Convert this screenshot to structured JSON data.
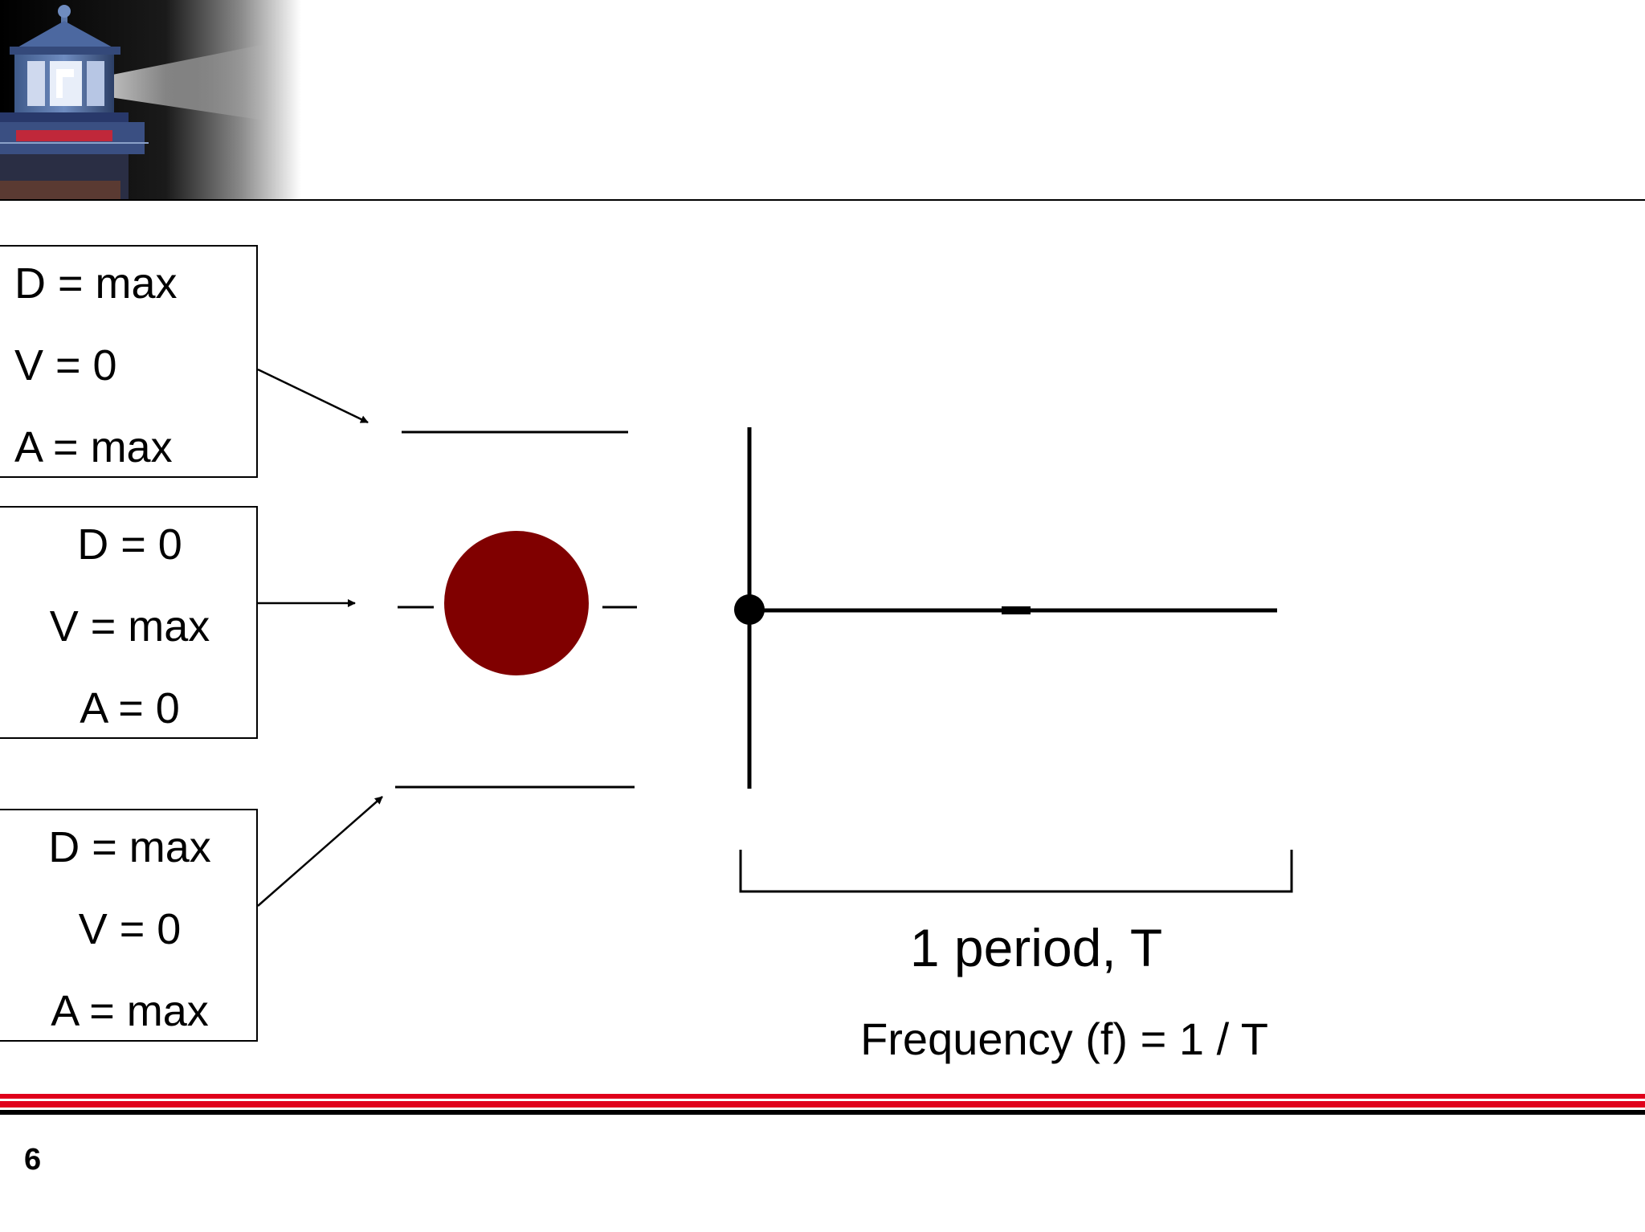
{
  "slide": {
    "page_number": "6"
  },
  "states": [
    {
      "lines": [
        "D = max",
        "V = 0",
        "A = max"
      ]
    },
    {
      "lines": [
        "D = 0",
        "V = max",
        "A = 0"
      ]
    },
    {
      "lines": [
        "D = max",
        "V = 0",
        "A = max"
      ]
    }
  ],
  "diagram": {
    "ball_color": "#800000",
    "period_label": "1 period, T",
    "frequency_label": "Frequency (f) = 1 / T"
  },
  "theme": {
    "footer_red": "#e0001b",
    "rule_color": "#000000"
  }
}
